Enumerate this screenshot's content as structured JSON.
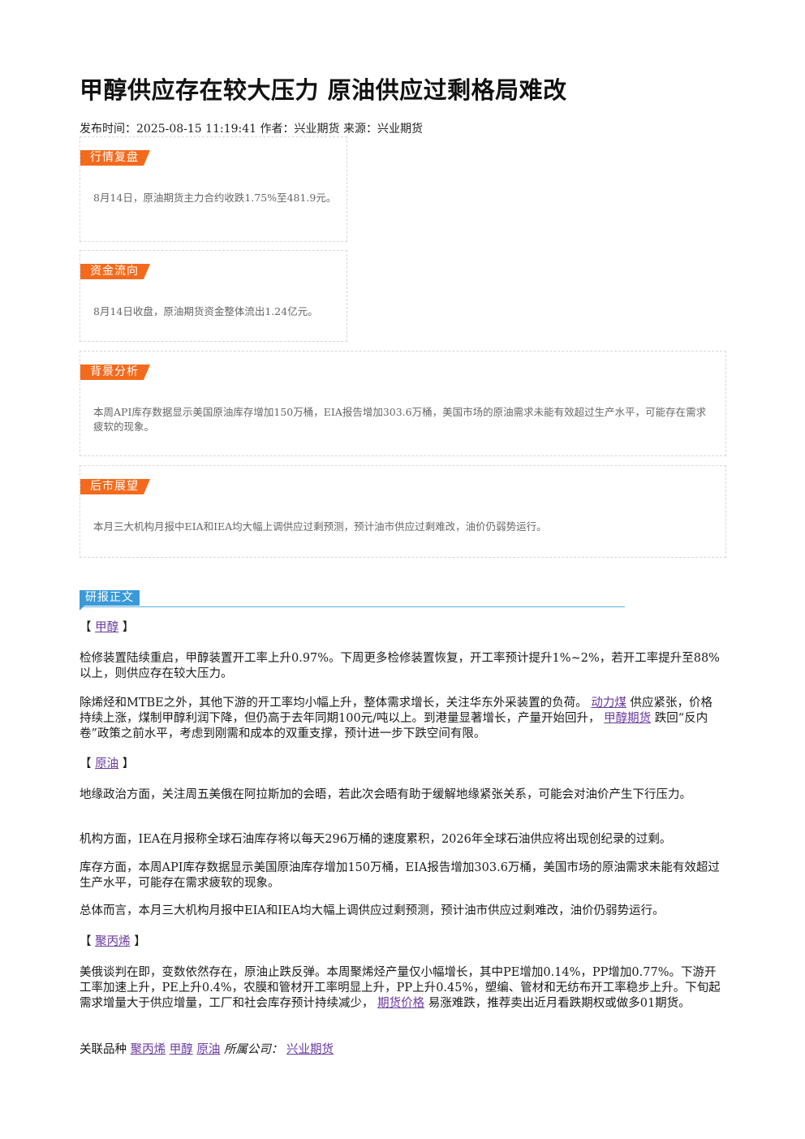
{
  "article": {
    "title": "甲醇供应存在较大压力 原油供应过剩格局难改",
    "meta": "发布时间：2025-08-15 11:19:41 作者：兴业期货 来源：兴业期货"
  },
  "summary_boxes": [
    {
      "tag": "行情复盘",
      "text": "8月14日，原油期货主力合约收跌1.75%至481.9元。"
    },
    {
      "tag": "资金流向",
      "text": "8月14日收盘，原油期货资金整体流出1.24亿元。"
    },
    {
      "tag": "背景分析",
      "text": "本周API库存数据显示美国原油库存增加150万桶，EIA报告增加303.6万桶，美国市场的原油需求未能有效超过生产水平，可能存在需求疲软的现象。"
    },
    {
      "tag": "后市展望",
      "text": "本月三大机构月报中EIA和IEA均大幅上调供应过剩预测，预计油市供应过剩难改，油价仍弱势运行。"
    }
  ],
  "report": {
    "section_label": "研报正文",
    "methanol": {
      "bracket_open": "【",
      "bracket_close": "】",
      "heading": "甲醇",
      "p1": "检修装置陆续重启，甲醇装置开工率上升0.97%。下周更多检修装置恢复，开工率预计提升1%~2%，若开工率提升至88%以上，则供应存在较大压力。",
      "p2_a": "除烯烃和MTBE之外，其他下游的开工率均小幅上升，整体需求增长，关注华东外采装置的负荷。",
      "p2_link1": "动力煤",
      "p2_b": "供应紧张，价格持续上涨，煤制甲醇利润下降，但仍高于去年同期100元/吨以上。到港量显著增长，产量开始回升，",
      "p2_link2": "甲醇期货",
      "p2_c": "跌回“反内卷”政策之前水平，考虑到刚需和成本的双重支撑，预计进一步下跌空间有限。"
    },
    "crude": {
      "heading": "原油",
      "p1": "地缘政治方面，关注周五美俄在阿拉斯加的会晤，若此次会晤有助于缓解地缘紧张关系，可能会对油价产生下行压力。",
      "p2": "机构方面，IEA在月报称全球石油库存将以每天296万桶的速度累积，2026年全球石油供应将出现创纪录的过剩。",
      "p3": "库存方面，本周API库存数据显示美国原油库存增加150万桶，EIA报告增加303.6万桶，美国市场的原油需求未能有效超过生产水平，可能存在需求疲软的现象。",
      "p4": "总体而言，本月三大机构月报中EIA和IEA均大幅上调供应过剩预测，预计油市供应过剩难改，油价仍弱势运行。"
    },
    "pp": {
      "heading": "聚丙烯",
      "p1_a": "美俄谈判在即，变数依然存在，原油止跌反弹。本周聚烯烃产量仅小幅增长，其中PE增加0.14%，PP增加0.77%。下游开工率加速上升，PE上升0.4%，农膜和管材开工率明显上升，PP上升0.45%，塑编、管材和无纺布开工率稳步上升。下旬起需求增量大于供应增量，工厂和社会库存预计持续减少，",
      "p1_link": "期货价格",
      "p1_b": "易涨难跌，推荐卖出近月看跌期权或做多01期货。"
    },
    "footer": {
      "label": "关联品种",
      "links": [
        "聚丙烯",
        "甲醇",
        "原油"
      ],
      "company_label": "所属公司：",
      "company": "兴业期货"
    }
  }
}
